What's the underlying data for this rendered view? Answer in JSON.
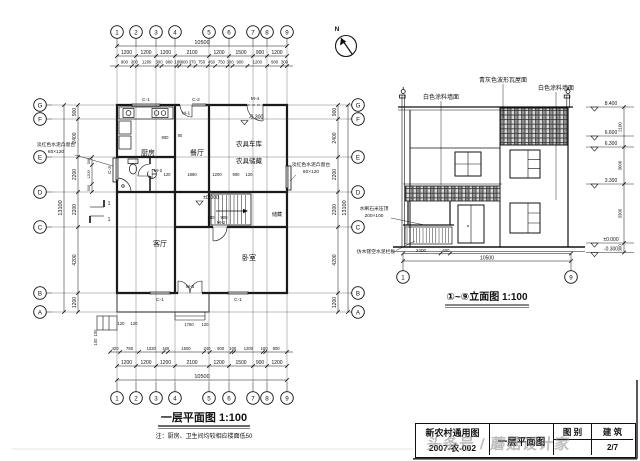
{
  "watermark": {
    "text": "头条号 / 蘑菇设计家"
  },
  "north_arrow": {
    "label": "N"
  },
  "floor_plan": {
    "title": "一层平面图 1:100",
    "note": "注：厨房、卫生间均较相应楼面低50",
    "grid_columns": [
      "1",
      "2",
      "3",
      "4",
      "5",
      "6",
      "7",
      "8",
      "9"
    ],
    "grid_rows": [
      "G",
      "F",
      "E",
      "D",
      "C",
      "B",
      "A"
    ],
    "column_dims": [
      "1200",
      "1200",
      "1200",
      "2100",
      "1200",
      "1500",
      "900",
      "1200"
    ],
    "column_total": "10500",
    "top_fine_dims": [
      "900",
      "300",
      "1200",
      "300",
      "900",
      "180",
      "600",
      "370",
      "750",
      "450",
      "750",
      "300",
      "900",
      "1200",
      "900",
      "300"
    ],
    "bottom_fine_dims": [
      "420",
      "780",
      "1020",
      "180",
      "1500",
      "240",
      "900",
      "100",
      "1200",
      "100",
      "900"
    ],
    "row_dims": [
      "900",
      "2400",
      "2200",
      "2200",
      "4200",
      "1200"
    ],
    "row_total": "13100",
    "row_fine_dims": [
      "500",
      "1200",
      "500"
    ],
    "rooms": [
      "厨房",
      "餐厅",
      "农具车库",
      "农具储藏",
      "客厅",
      "卧室",
      "储藏"
    ],
    "levels": [
      "±0.000",
      "-0.300"
    ],
    "openings": [
      "C-1",
      "C-2",
      "C-3",
      "M-1",
      "M-4",
      "M-2",
      "M-2",
      "M-3",
      "C-1",
      "C-1"
    ],
    "callout_left": [
      "淡红色水泥凸窗台",
      "60×120"
    ],
    "callout_right": [
      "淡红色水泥凸窗台",
      "60×120"
    ],
    "section_mark": "1",
    "misc_dims": [
      "800",
      "80",
      "120",
      "1860",
      "1200",
      "900",
      "120",
      "180",
      "900",
      "120",
      "120",
      "1760",
      "120",
      "100",
      "100"
    ]
  },
  "elevation": {
    "title": "①~⑨立面图 1:100",
    "roof_label": "青灰色波形瓦屋面",
    "wall_label_left": "白色涂料墙面",
    "wall_label_right": "白色涂料墙面",
    "coping_label": [
      "水刷石米压顶",
      "200×100"
    ],
    "railing_label": "仿木镂空水泥栏板",
    "levels": [
      "8.400",
      "6.600",
      "6.300",
      "3.300",
      "±0.000",
      "-0.300"
    ],
    "vertical_dims": [
      "2100",
      "3000",
      "3300",
      "300"
    ],
    "horizontal_dims": [
      "2400",
      "600",
      "10500"
    ],
    "grid_left": "1",
    "grid_right": "9"
  },
  "title_block": {
    "project": "新农村通用图",
    "number": "2007-农-002",
    "sheet_name": "一层平面图",
    "category_label": "图 别",
    "category_value": "建 筑",
    "sheet_number": "2/7"
  }
}
